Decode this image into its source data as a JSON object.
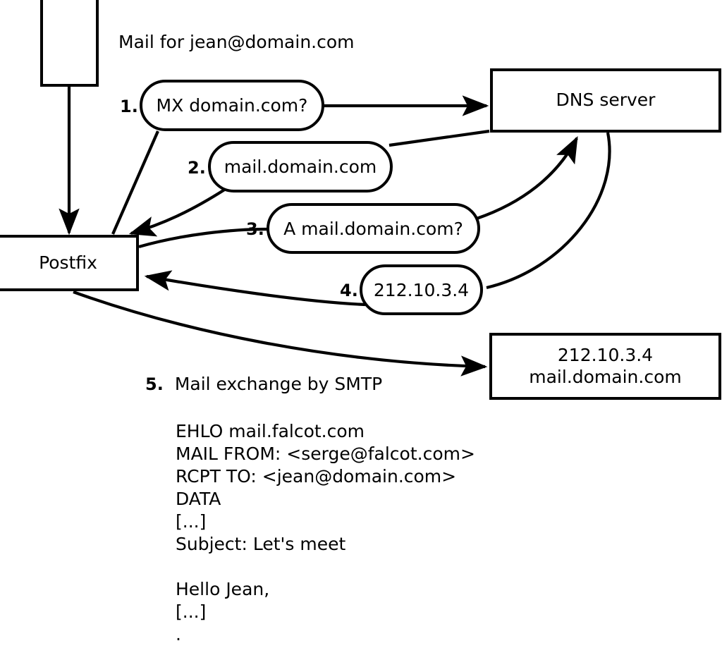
{
  "diagram": {
    "caption_mail_for": "Mail for jean@domain.com",
    "nodes": {
      "client": "",
      "postfix": "Postfix",
      "dns": "DNS server",
      "mailserver": "212.10.3.4\nmail.domain.com"
    },
    "steps": [
      {
        "number": "1.",
        "message": "MX domain.com?"
      },
      {
        "number": "2.",
        "message": "mail.domain.com"
      },
      {
        "number": "3.",
        "message": "A mail.domain.com?"
      },
      {
        "number": "4.",
        "message": "212.10.3.4"
      }
    ],
    "step5": {
      "number": "5.",
      "label": "Mail exchange by SMTP"
    },
    "smtp_transcript": [
      "EHLO mail.falcot.com",
      "MAIL FROM: <serge@falcot.com>",
      "RCPT TO: <jean@domain.com>",
      "DATA",
      "[...]",
      "Subject: Let's meet",
      "",
      "Hello Jean,",
      "[...]",
      "."
    ],
    "colors": {
      "stroke": "#000000",
      "background": "#ffffff"
    }
  }
}
